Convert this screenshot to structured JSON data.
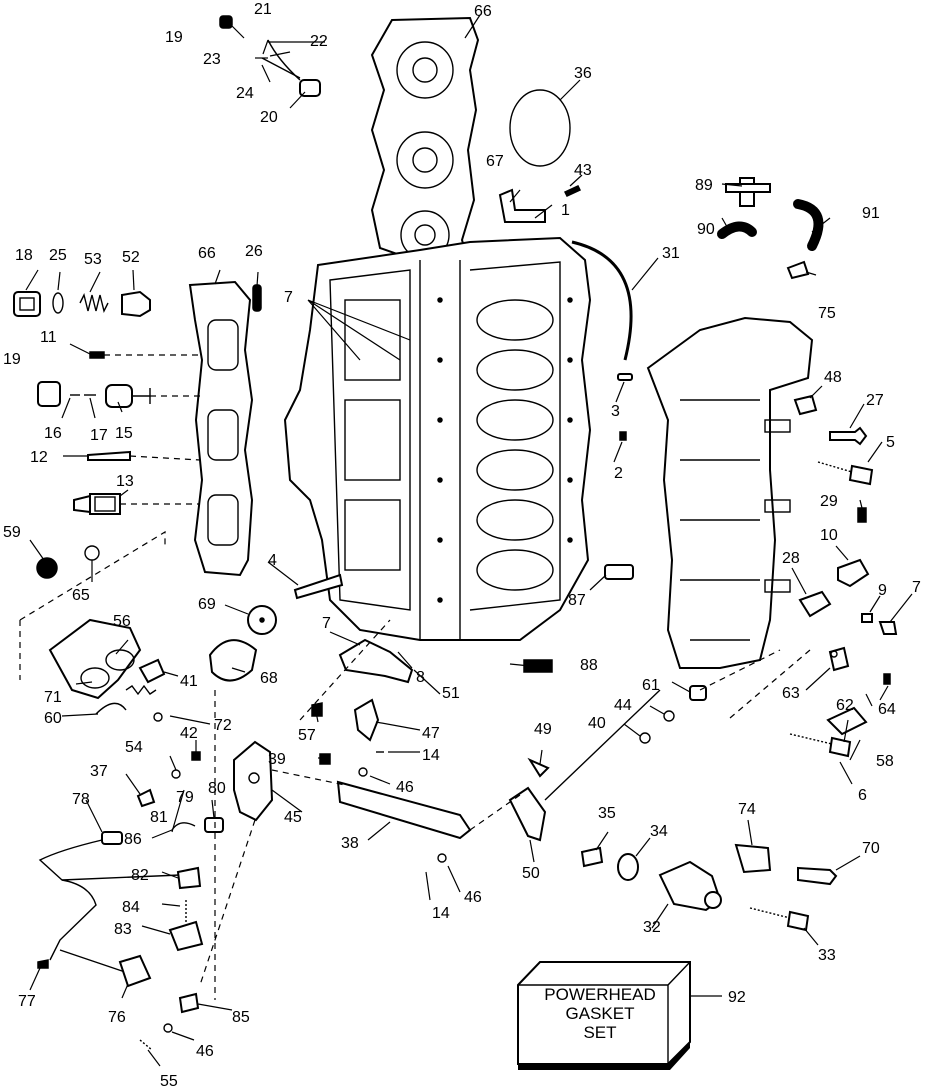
{
  "callouts": {
    "c1": "1",
    "c2": "2",
    "c3": "3",
    "c4": "4",
    "c5": "5",
    "c6": "6",
    "c7a": "7",
    "c7b": "7",
    "c7c": "7",
    "c8": "8",
    "c9": "9",
    "c10": "10",
    "c11": "11",
    "c12": "12",
    "c13": "13",
    "c14a": "14",
    "c14b": "14",
    "c15": "15",
    "c16": "16",
    "c17": "17",
    "c18": "18",
    "c19a": "19",
    "c19b": "19",
    "c20": "20",
    "c21": "21",
    "c22": "22",
    "c23": "23",
    "c24": "24",
    "c25": "25",
    "c26": "26",
    "c27": "27",
    "c28": "28",
    "c29": "29",
    "c31": "31",
    "c32": "32",
    "c33": "33",
    "c34": "34",
    "c35": "35",
    "c36": "36",
    "c37": "37",
    "c38": "38",
    "c39": "39",
    "c40": "40",
    "c41": "41",
    "c42": "42",
    "c43": "43",
    "c44": "44",
    "c45": "45",
    "c46a": "46",
    "c46b": "46",
    "c46c": "46",
    "c47": "47",
    "c48": "48",
    "c49": "49",
    "c50": "50",
    "c51": "51",
    "c52": "52",
    "c53": "53",
    "c54": "54",
    "c55": "55",
    "c56": "56",
    "c57": "57",
    "c58": "58",
    "c59": "59",
    "c60": "60",
    "c61": "61",
    "c62": "62",
    "c63": "63",
    "c64": "64",
    "c65": "65",
    "c66a": "66",
    "c66b": "66",
    "c67": "67",
    "c68": "68",
    "c69": "69",
    "c70": "70",
    "c71": "71",
    "c72": "72",
    "c74": "74",
    "c75": "75",
    "c76": "76",
    "c77": "77",
    "c78": "78",
    "c79": "79",
    "c80": "80",
    "c81": "81",
    "c82": "82",
    "c83": "83",
    "c84": "84",
    "c85": "85",
    "c86": "86",
    "c87": "87",
    "c88": "88",
    "c89": "89",
    "c90": "90",
    "c91": "91",
    "c92": "92"
  },
  "gasket_set_box": {
    "line1": "POWERHEAD",
    "line2": "GASKET",
    "line3": "SET"
  }
}
